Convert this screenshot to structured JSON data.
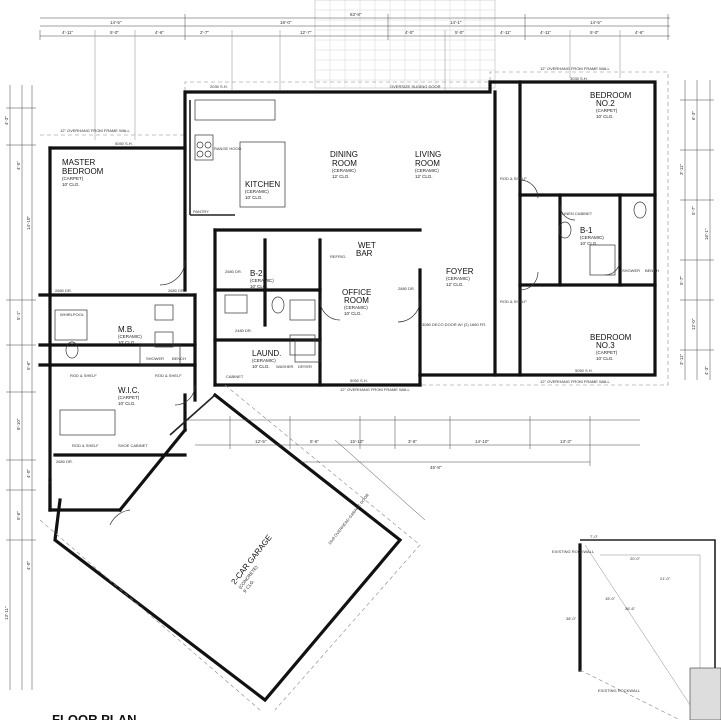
{
  "rooms": {
    "master_bedroom": {
      "name": [
        "MASTER",
        "BEDROOM"
      ],
      "floor": "(CARPET)",
      "ceiling": "10' CLG."
    },
    "dining_room": {
      "name": [
        "DINING",
        "ROOM"
      ],
      "floor": "(CERAMIC)",
      "ceiling": "12' CLG."
    },
    "living_room": {
      "name": [
        "LIVING",
        "ROOM"
      ],
      "floor": "(CERAMIC)",
      "ceiling": "12' CLG."
    },
    "kitchen": {
      "name": [
        "KITCHEN"
      ],
      "floor": "(CERAMIC)",
      "ceiling": "10' CLG."
    },
    "bedroom2": {
      "name": [
        "BEDROOM",
        "NO.2"
      ],
      "floor": "(CARPET)",
      "ceiling": "10' CLG."
    },
    "bedroom3": {
      "name": [
        "BEDROOM",
        "NO.3"
      ],
      "floor": "(CARPET)",
      "ceiling": "10' CLG."
    },
    "b1": {
      "name": [
        "B-1"
      ],
      "floor": "(CERAMIC)",
      "ceiling": "10' CLG."
    },
    "b2": {
      "name": [
        "B-2"
      ],
      "floor": "(CERAMIC)",
      "ceiling": "10' CLG."
    },
    "wet_bar": {
      "name": [
        "WET",
        "BAR"
      ]
    },
    "office": {
      "name": [
        "OFFICE",
        "ROOM"
      ],
      "floor": "(CERAMIC)",
      "ceiling": "10' CLG."
    },
    "foyer": {
      "name": [
        "FOYER"
      ],
      "floor": "(CERAMIC)",
      "ceiling": "12' CLG."
    },
    "mb": {
      "name": [
        "M.B."
      ],
      "floor": "(CERAMIC)",
      "ceiling": "10' CLG."
    },
    "laundry": {
      "name": [
        "LAUND."
      ],
      "floor": "(CERAMIC)",
      "ceiling": "10' CLG."
    },
    "wic": {
      "name": [
        "W.I.C."
      ],
      "floor": "(CARPET)",
      "ceiling": "10' CLG."
    },
    "garage": {
      "name": [
        "2-CAR GARAGE"
      ],
      "floor": "(CONCRETE)",
      "ceiling": "9' CLG."
    }
  },
  "labels": {
    "sliding_door": "OVERSIZE SLIDING DOOR",
    "overhang": "12\" OVERHANG FROM FRAME WALL",
    "rod_shelf": "ROD & SHELF",
    "shoe_cabinet": "SHOE CABINET",
    "whirlpool": "WHIRLPOOL",
    "shower": "SHOWER",
    "bench": "BENCH",
    "cabinet": "CABINET",
    "washer": "WASHER",
    "dryer": "DRYER",
    "pantry": "PANTRY",
    "range_hood": "RANGE HOOD",
    "refrig": "REFRIG.",
    "garage_door": "16x8 OVERHEAD GARAGE DOOR",
    "linen_cabinet": "LINEN CABINET",
    "foyer_door": "3080 DECO DOOR W/ (2) 1680 FR.",
    "existing_rockwall": "EXISTING ROCKWALL",
    "partial_title": "FLOOR PLAN"
  },
  "dimensions": {
    "top_total": "63'-8\"",
    "top_row": [
      "14'-5\"",
      "18'-0\"",
      "14'-1\"",
      "14'-5\""
    ],
    "top_sub": [
      "4'-11\"",
      "5'-0\"",
      "4'-6\"",
      "2'-7\"",
      "12'-7\"",
      "4'-0\"",
      "5'-0\"",
      "4'-11\"",
      "4'-11\"",
      "5'-0\"",
      "4'-6\""
    ],
    "bottom_row": [
      "12'-5\"",
      "5'-6\"",
      "15'-10\"",
      "3'-6\"",
      "14'-10\"",
      "13'-3\""
    ],
    "bottom_total": "45'-8\"",
    "left_side": [
      "4'-3\"",
      "4'-5\"",
      "14'-10\"",
      "5'-1\"",
      "5'-6\"",
      "8'-10\"",
      "4'-0\"",
      "5'-6\"",
      "4'-0\"",
      "13'-11\""
    ],
    "right_side": [
      "6'-3\"",
      "3'-11\"",
      "5'-7\"",
      "16'-1\"",
      "5'-7\"",
      "12'-0\"",
      "3'-11\"",
      "4'-3\""
    ],
    "door_tags": [
      "2030 S.H.",
      "5050 S.H.",
      "3030 S.H.",
      "2680 DR.",
      "2480 DR.",
      "2680 DR.",
      "2680 DR.",
      "2880 DR.",
      "5050 S.H.",
      "5050 S.H.",
      "2680 DR."
    ]
  },
  "inset_dims": [
    "7'-0\"",
    "20'-0\"",
    "21'-0\"",
    "15'-0\"",
    "36'-6\"",
    "38'-0\""
  ]
}
